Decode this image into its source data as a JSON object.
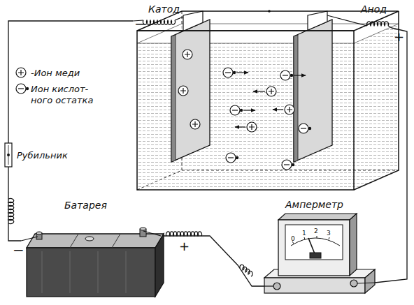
{
  "diagram": {
    "nodes": [
      {
        "text": [
          "Катод"
        ]
      },
      {
        "text": [
          "Анод"
        ]
      },
      {
        "text": [
          "Батарея"
        ]
      },
      {
        "text": [
          "Амперметр",
          "0",
          "1",
          "2",
          "3"
        ]
      }
    ],
    "edges": [
      {
        "from": 0,
        "to": 2,
        "arrow": "none"
      },
      {
        "from": 2,
        "to": 3,
        "arrow": "none"
      },
      {
        "from": 3,
        "to": 1,
        "arrow": "none"
      }
    ],
    "labels": [
      "−",
      "+",
      "Рубильник",
      "−",
      "+"
    ],
    "legend": [
      {
        "text": "-Ион меди"
      },
      {
        "text": "Ион кислот- ного остатка"
      }
    ]
  }
}
